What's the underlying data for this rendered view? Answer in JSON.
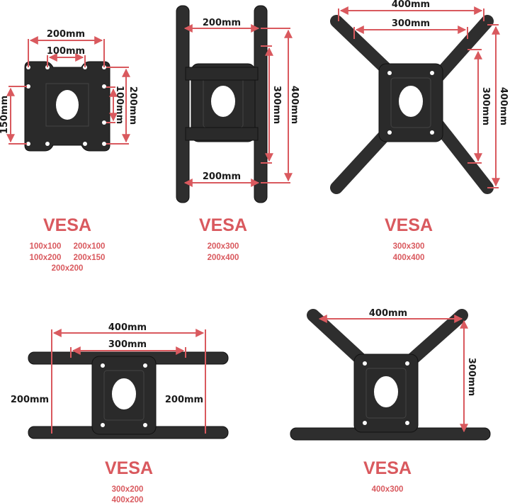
{
  "colors": {
    "accent": "#d9595e",
    "metal": "#2a2a2a"
  },
  "panels": [
    {
      "title": "VESA",
      "sizes": [
        "100x100",
        "200x100",
        "100x200",
        "200x150",
        "200x200"
      ],
      "dims": {
        "top_outer": "200mm",
        "top_inner": "100mm",
        "right_outer": "200mm",
        "right_inner": "100mm",
        "left": "150mm"
      }
    },
    {
      "title": "VESA",
      "sizes": [
        "200x300",
        "200x400"
      ],
      "dims": {
        "top": "200mm",
        "bottom": "200mm",
        "right_inner": "300mm",
        "right_outer": "400mm"
      }
    },
    {
      "title": "VESA",
      "sizes": [
        "300x300",
        "400x400"
      ],
      "dims": {
        "top_outer": "400mm",
        "top_inner": "300mm",
        "right_inner": "300mm",
        "right_outer": "400mm"
      }
    },
    {
      "title": "VESA",
      "sizes": [
        "300x200",
        "400x200"
      ],
      "dims": {
        "top_outer": "400mm",
        "top_inner": "300mm",
        "left": "200mm",
        "right": "200mm"
      }
    },
    {
      "title": "VESA",
      "sizes": [
        "400x300"
      ],
      "dims": {
        "top": "400mm",
        "right": "300mm"
      }
    }
  ]
}
